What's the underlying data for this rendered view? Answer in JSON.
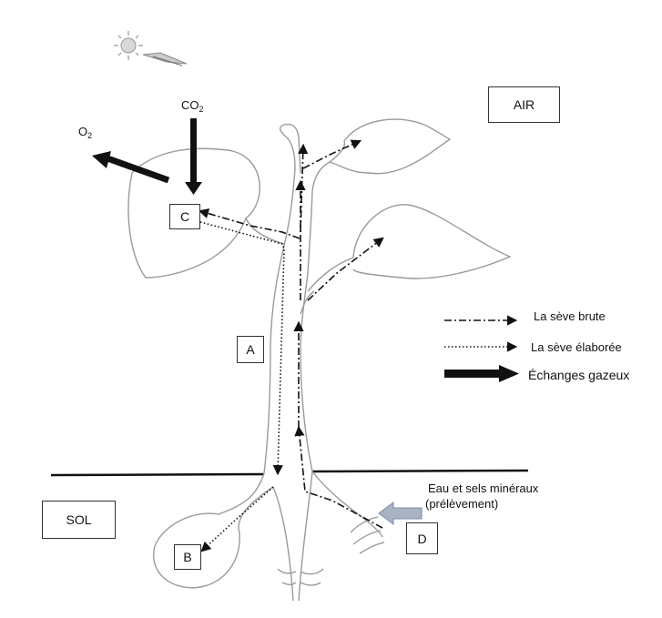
{
  "zones": {
    "air": "AIR",
    "sol": "SOL"
  },
  "gases": {
    "co2_main": "CO",
    "co2_sub": "2",
    "o2_main": "O",
    "o2_sub": "2"
  },
  "markers": {
    "a": "A",
    "b": "B",
    "c": "C",
    "d": "D"
  },
  "legend": {
    "raw_sap": "La sève brute",
    "elaborated_sap": "La sève élaborée",
    "gas_exchange": "Échanges gazeux"
  },
  "uptake": {
    "line1": "Eau et sels minéraux",
    "line2": "(prélèvement)"
  },
  "colors": {
    "ink": "#111111",
    "plant_outline": "#9a9a9a",
    "uptake_arrow": "#a8b4c4"
  },
  "icons": [
    "sun-icon"
  ]
}
